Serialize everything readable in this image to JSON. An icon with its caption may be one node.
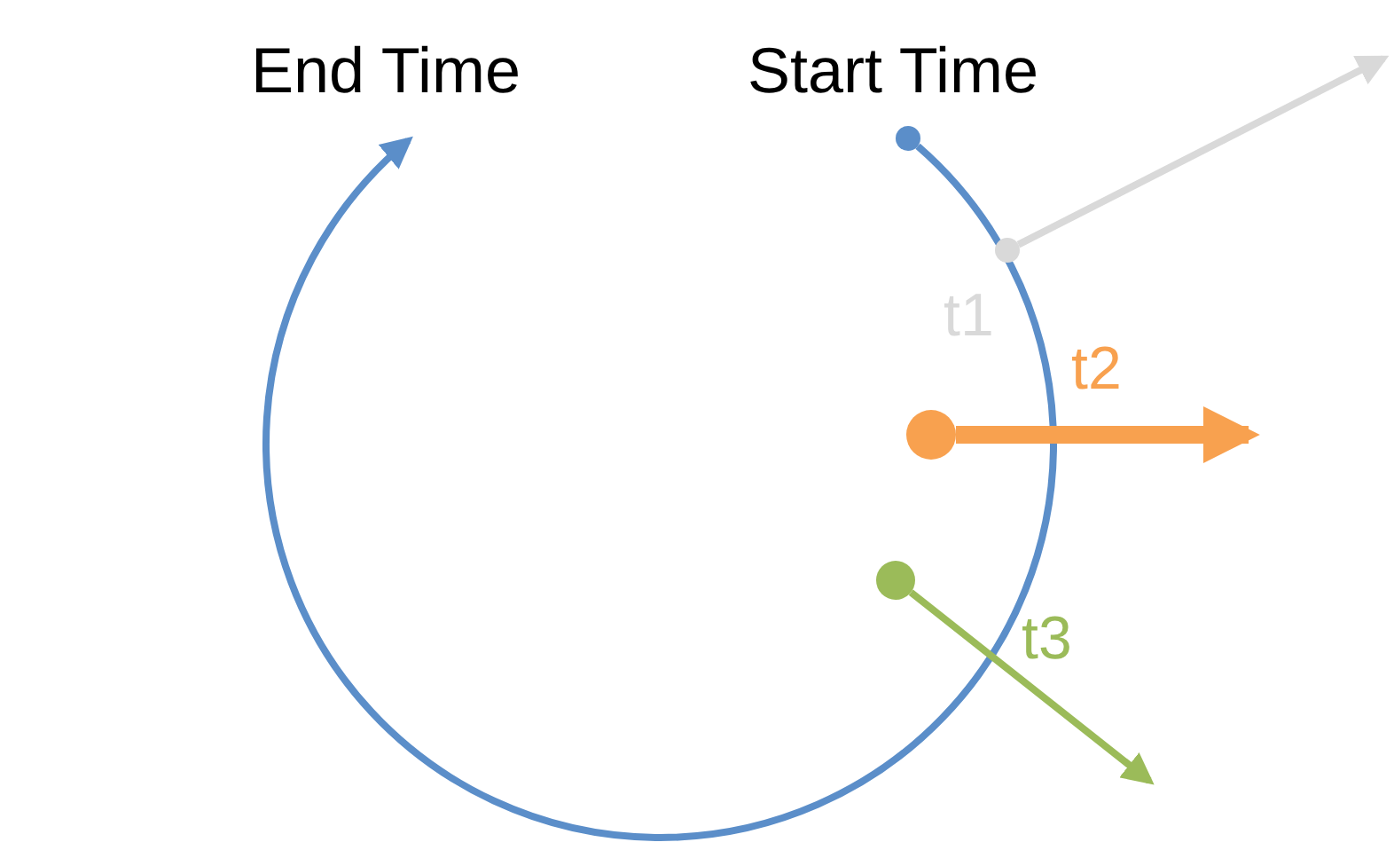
{
  "diagram": {
    "nodes": [
      {
        "text": [
          "End Time"
        ]
      },
      {
        "text": [
          "Start Time"
        ]
      },
      {
        "text": [],
        "shape": "circle"
      },
      {
        "text": [],
        "shape": "circle"
      },
      {
        "text": [],
        "shape": "circle"
      },
      {
        "text": [],
        "shape": "circle"
      }
    ],
    "edges": [
      {
        "from": 2,
        "to": 0,
        "arrow": "to",
        "color": "#5b8ec9"
      },
      {
        "from": 3,
        "to": null,
        "arrow": "to",
        "label": "t1",
        "color": "#d9d9d9"
      },
      {
        "from": 4,
        "to": null,
        "arrow": "to",
        "label": "t2",
        "color": "#f8a14f",
        "style": "thick"
      },
      {
        "from": 5,
        "to": null,
        "arrow": "to",
        "label": "t3",
        "color": "#9bbb59"
      }
    ]
  }
}
